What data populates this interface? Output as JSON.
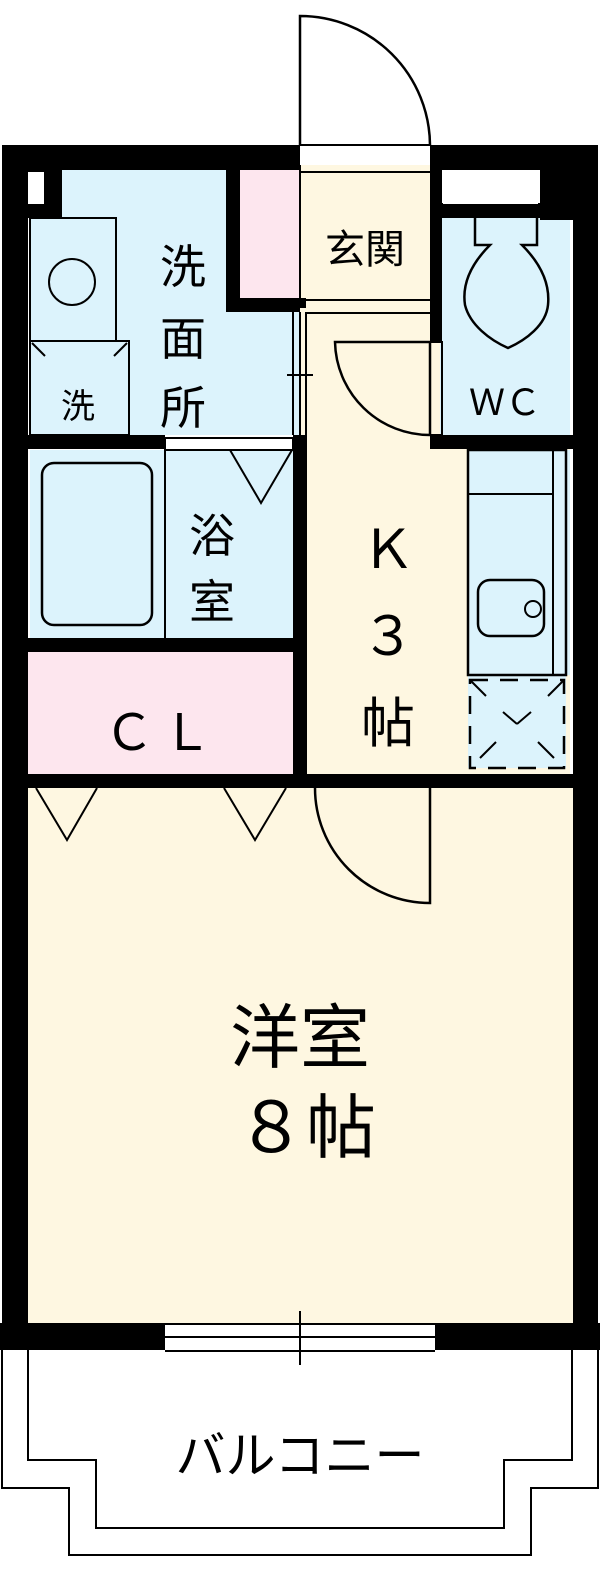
{
  "floor_plan": {
    "colors": {
      "wet_area": "#DCF3FC",
      "living_area": "#FEF7E1",
      "storage": "#FDE6EE",
      "wall": "#000000",
      "exterior": "#FFFFFF"
    },
    "rooms": {
      "washroom": {
        "label_line1": "洗",
        "label_line2": "面",
        "label_line3": "所"
      },
      "washer": {
        "label": "洗"
      },
      "entrance": {
        "label": "玄関"
      },
      "toilet": {
        "label": "ＷＣ"
      },
      "bathroom": {
        "label_line1": "浴",
        "label_line2": "室"
      },
      "kitchen": {
        "label_line1": "Ｋ",
        "label_line2": "３",
        "label_line3": "帖"
      },
      "closet": {
        "label": "ＣＬ"
      },
      "western_room": {
        "label_line1": "洋室",
        "label_line2": "８帖"
      },
      "balcony": {
        "label": "バルコニー"
      }
    }
  }
}
